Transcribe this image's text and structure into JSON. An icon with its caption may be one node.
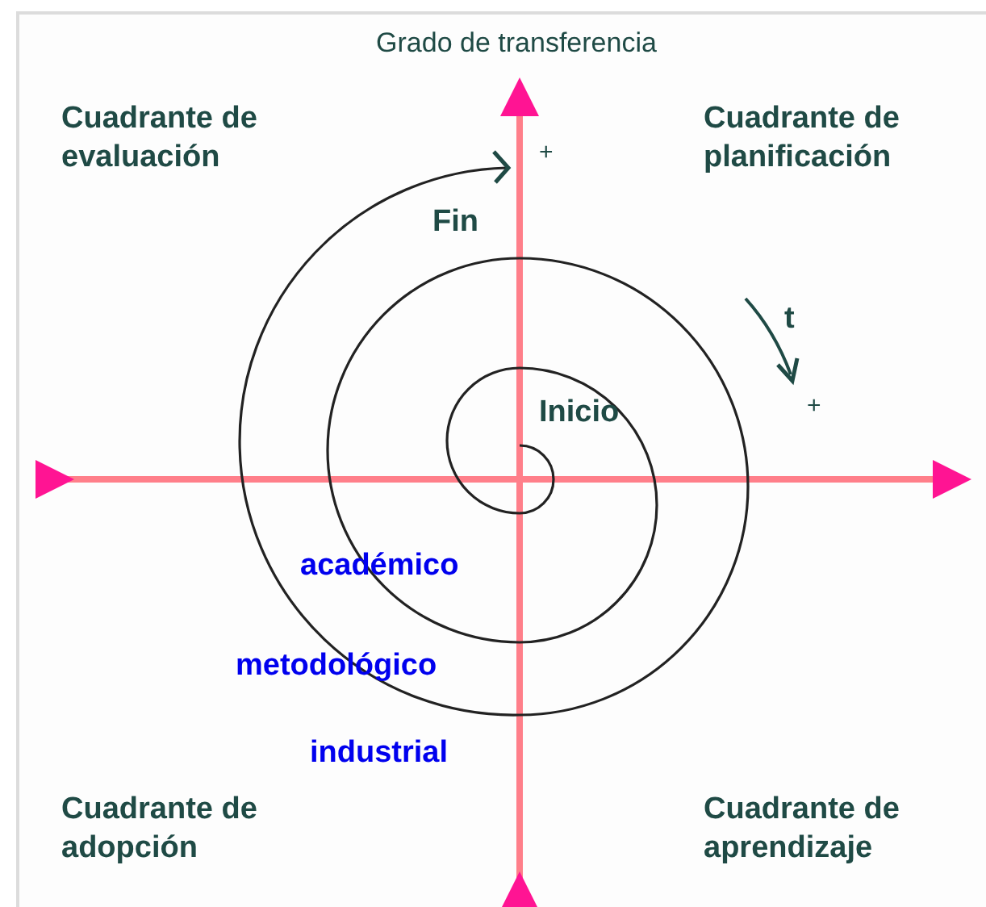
{
  "diagram": {
    "title": "Grado de transferencia",
    "labels": [
      "Cuadrante de evaluación",
      "Cuadrante de planificación",
      "+",
      "Fin",
      "t",
      "Inicio",
      "+",
      "académico",
      "metodológico",
      "industrial",
      "Cuadrante de adopción",
      "Cuadrante de aprendizaje"
    ]
  }
}
